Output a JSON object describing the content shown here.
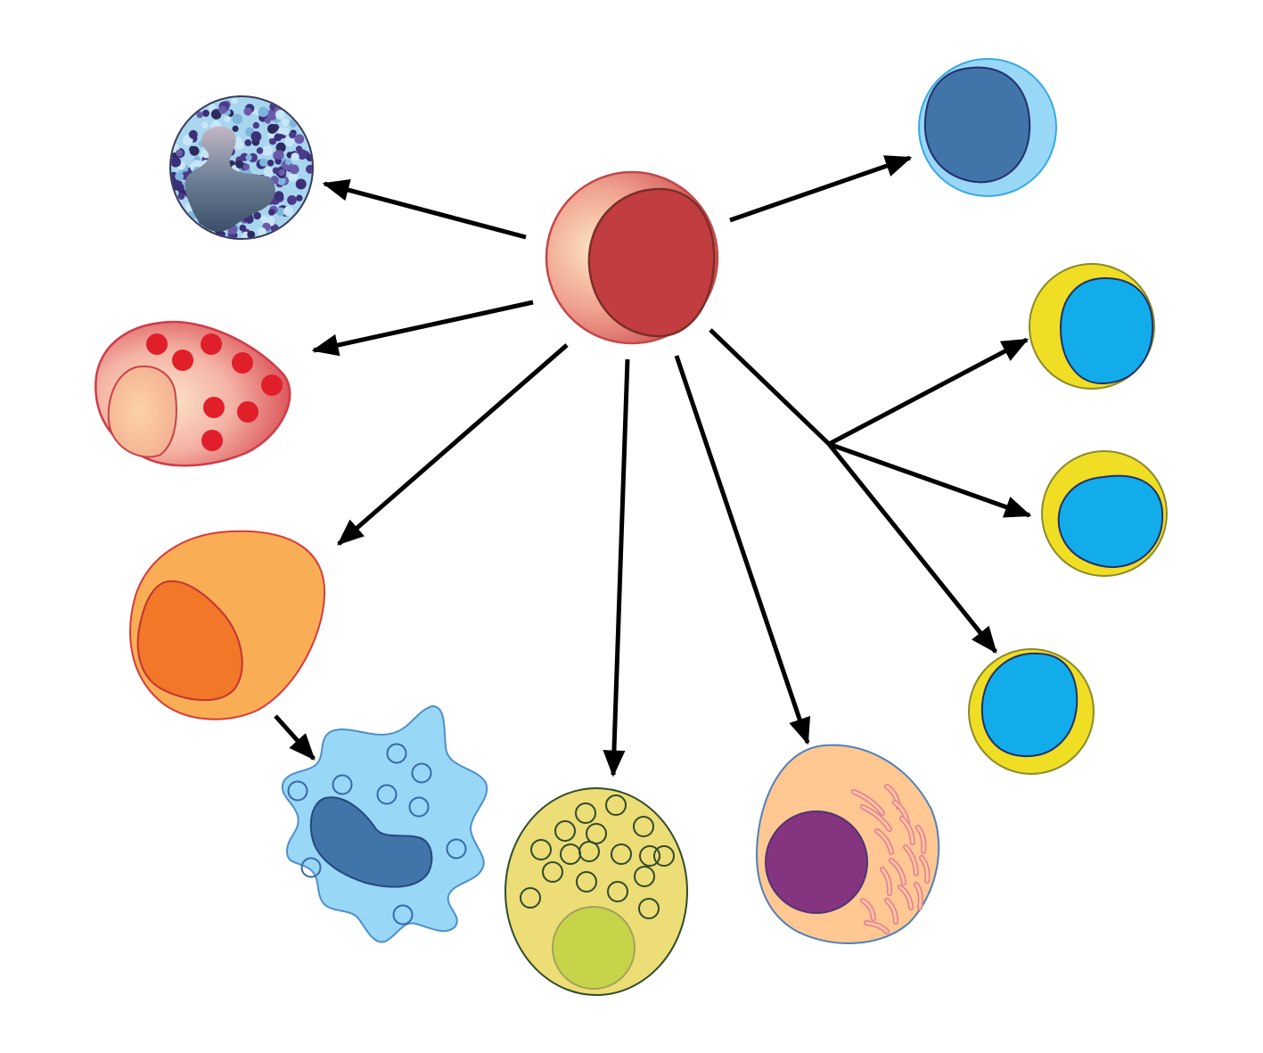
{
  "diagram": {
    "nodes": [
      {
        "id": "stem-cell",
        "shape": "stem-cell-icon"
      },
      {
        "id": "granulocyte",
        "shape": "granulocyte-icon"
      },
      {
        "id": "eosinophil",
        "shape": "eosinophil-icon"
      },
      {
        "id": "monocyte",
        "shape": "monocyte-icon"
      },
      {
        "id": "macrophage",
        "shape": "macrophage-icon"
      },
      {
        "id": "mast-cell",
        "shape": "mast-cell-icon"
      },
      {
        "id": "plasma-cell",
        "shape": "plasma-cell-icon"
      },
      {
        "id": "lymphocyte-blue",
        "shape": "lymphocyte-icon"
      },
      {
        "id": "lymphocyte-yellow-1",
        "shape": "lymphocyte-icon"
      },
      {
        "id": "lymphocyte-yellow-2",
        "shape": "lymphocyte-icon"
      },
      {
        "id": "lymphocyte-yellow-3",
        "shape": "lymphocyte-icon"
      }
    ],
    "edges": [
      {
        "from": "stem-cell",
        "to": "granulocyte"
      },
      {
        "from": "stem-cell",
        "to": "eosinophil"
      },
      {
        "from": "stem-cell",
        "to": "monocyte"
      },
      {
        "from": "monocyte",
        "to": "macrophage"
      },
      {
        "from": "stem-cell",
        "to": "mast-cell"
      },
      {
        "from": "stem-cell",
        "to": "plasma-cell"
      },
      {
        "from": "stem-cell",
        "to": "lymphocyte-blue"
      },
      {
        "from": "stem-cell",
        "to": "lymphocyte-yellow-1"
      },
      {
        "from": "stem-cell",
        "to": "lymphocyte-yellow-2"
      },
      {
        "from": "stem-cell",
        "to": "lymphocyte-yellow-3"
      }
    ]
  },
  "colors": {
    "stem_cell": "#c23d40",
    "granulocyte_granules": "#3a2f78",
    "eosinophil_granules": "#e01f2b",
    "monocyte": "#f9ae56",
    "monocyte_nucleus": "#f27728",
    "macrophage": "#99d7f7",
    "macrophage_nucleus": "#4174a8",
    "mast_cell": "#ecdd76",
    "mast_cell_nucleus": "#c7d44a",
    "plasma_cell": "#ffc792",
    "plasma_cell_nucleus": "#85357f",
    "lymphocyte_blue": "#99d7f7",
    "lymphocyte_blue_nucleus": "#4174a8",
    "lymphocyte_yellow": "#efde24",
    "lymphocyte_yellow_nucleus": "#12aceb",
    "arrow": "#000000"
  }
}
